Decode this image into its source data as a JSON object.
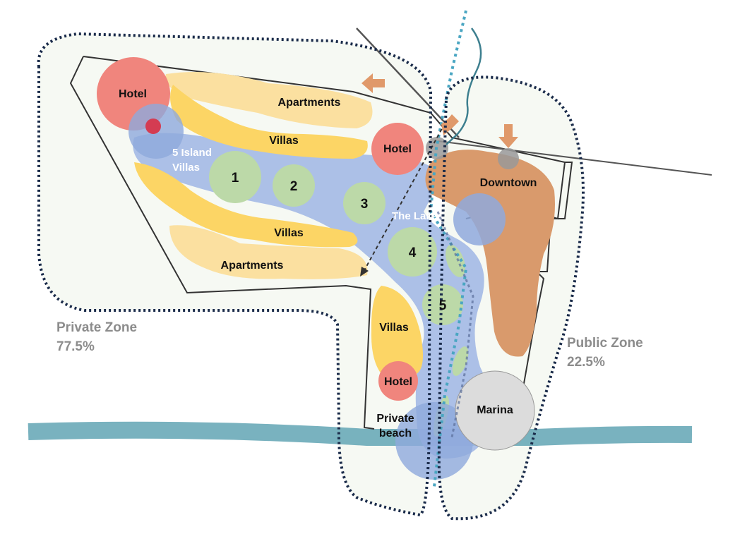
{
  "labels": {
    "hotel_nw": "Hotel",
    "hotel_center": "Hotel",
    "hotel_south": "Hotel",
    "apartments_north": "Apartments",
    "apartments_south": "Apartments",
    "villas_north": "Villas",
    "villas_middle": "Villas",
    "villas_south": "Villas",
    "island_villas_line1": "5 Island",
    "island_villas_line2": "Villas",
    "lake": "The Lake",
    "downtown": "Downtown",
    "marina": "Marina",
    "private_beach_line1": "Private",
    "private_beach_line2": "beach"
  },
  "islands": [
    "1",
    "2",
    "3",
    "4",
    "5"
  ],
  "zones": {
    "private": {
      "name": "Private Zone",
      "share": "77.5%"
    },
    "public": {
      "name": "Public Zone",
      "share": "22.5%"
    }
  },
  "colors": {
    "hotel": "#f0857d",
    "apartments": "#fbe0a0",
    "villas": "#fcd565",
    "lake": "#9fb6e4",
    "island": "#bcd9a8",
    "downtown": "#d99a6c",
    "marina": "#dcdcdc",
    "river": "#6aaab8",
    "zone_outline": "#1a2b4a",
    "arrow": "#e0996a",
    "zone_text": "#8c8c8c"
  }
}
